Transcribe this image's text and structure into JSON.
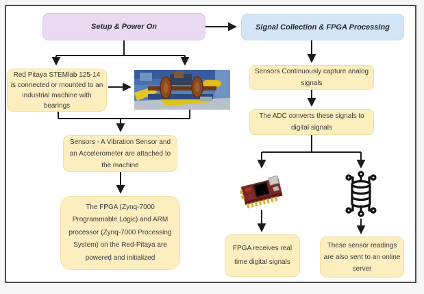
{
  "colors": {
    "phase_purple_bg": "#e9d9f1",
    "phase_blue_bg": "#d3e5f6",
    "step_yellow_bg": "#fdeebf",
    "arrow": "#1c1c1c",
    "frame_border": "#4d4d4d"
  },
  "flowchart": {
    "phase1": {
      "title": "Setup & Power On"
    },
    "phase2": {
      "title": "Signal Collection & FPGA Processing"
    },
    "steps": {
      "mounting": "Red Pitaya STEMlab 125-14 is connected or mounted to an industrial machine with bearings",
      "sensors_attached": "Sensors - A Vibration Sensor and an Accelerometer are attached to the machine",
      "fpga_init": "The FPGA (Zynq-7000 Programmable Logic) and ARM processor (Zynq-7000 Processing System) on the Red-Pitaya are powered and initialized",
      "capture_analog": "Sensors Continuously capture analog signals",
      "adc_convert": "The ADC converts these signals to digital signals",
      "fpga_receives": "FPGA receives real time digital signals",
      "sent_to_server": "These sensor readings are also sent to an online server"
    },
    "icons": {
      "machine_photo": "industrial-machine-with-bearings-photo",
      "board_photo": "red-pitaya-board-photo",
      "server_icon": "online-server-database-icon"
    }
  }
}
